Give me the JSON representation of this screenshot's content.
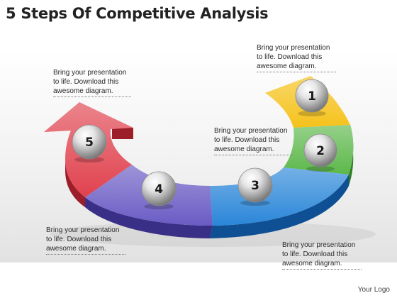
{
  "title": "5 Steps Of Competitive Analysis",
  "steps": [
    {
      "number": "1",
      "color": "#f5c21b"
    },
    {
      "number": "2",
      "color": "#5cb84a"
    },
    {
      "number": "3",
      "color": "#2a86d8"
    },
    {
      "number": "4",
      "color": "#6a5bc4"
    },
    {
      "number": "5",
      "color": "#e0424e"
    }
  ],
  "notes": [
    {
      "text": "Bring your presentation\nto life. Download this\nawesome diagram."
    },
    {
      "text": "Bring your presentation\nto life. Download this\nawesome diagram."
    },
    {
      "text": "Bring your presentation\nto life. Download this\nawesome diagram."
    },
    {
      "text": "Bring your presentation\nto life. Download this\nawesome diagram."
    },
    {
      "text": "Bring your presentation\nto life. Download this\nawesome diagram."
    }
  ],
  "logo": "Your Logo"
}
